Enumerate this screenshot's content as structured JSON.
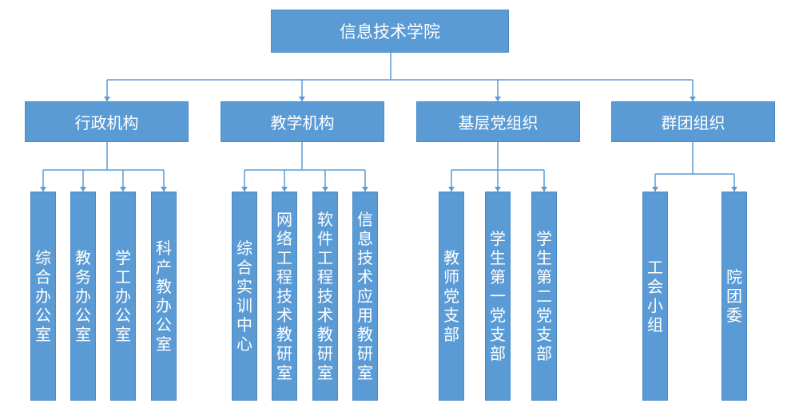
{
  "root": {
    "label": "信息技术学院"
  },
  "categories": [
    {
      "label": "行政机构",
      "children": [
        "综合办公室",
        "教务办公室",
        "学工办公室",
        "科产教办公室"
      ]
    },
    {
      "label": "教学机构",
      "children": [
        "综合实训中心",
        "网络工程技术教研室",
        "软件工程技术教研室",
        "信息技术应用教研室"
      ]
    },
    {
      "label": "基层党组织",
      "children": [
        "教师党支部",
        "学生第一党支部",
        "学生第二党支部"
      ]
    },
    {
      "label": "群团组织",
      "children": [
        "工会小组",
        "院团委"
      ]
    }
  ],
  "colors": {
    "box_fill": "#5b9bd5",
    "line": "#5b9bd5",
    "text": "#ffffff"
  }
}
